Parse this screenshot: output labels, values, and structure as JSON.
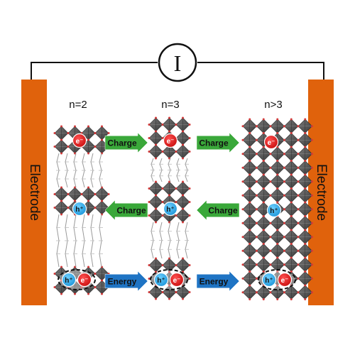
{
  "meter": {
    "symbol": "I"
  },
  "electrodes": {
    "left_label": "Electrode",
    "right_label": "Electrode"
  },
  "phases": [
    {
      "label": "n=2"
    },
    {
      "label": "n=3"
    },
    {
      "label": "n>3"
    }
  ],
  "carriers": {
    "electron": "e⁻",
    "hole": "h⁺"
  },
  "arrows": {
    "charge_label": "Charge",
    "energy_label": "Energy",
    "charge_color": "#3aa83a",
    "energy_color": "#1f74c4"
  },
  "colors": {
    "electrode": "#e0620c",
    "electron": "#e01818",
    "hole": "#27aaf0",
    "octahedron": "#5a5a5a",
    "wire": "#111111"
  }
}
